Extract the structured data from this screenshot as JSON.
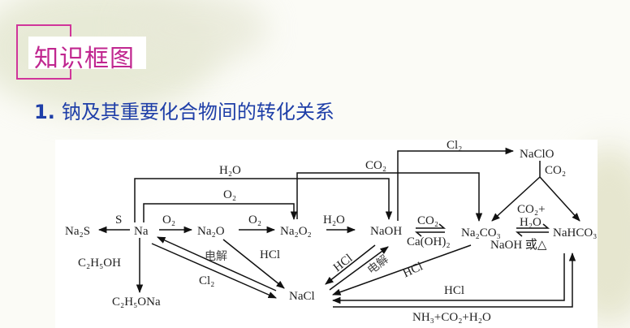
{
  "section_label": "知识框图",
  "title": {
    "number": "1.",
    "text": "钠及其重要化合物间的转化关系"
  },
  "diagram": {
    "nodes": {
      "na2s": "Na₂S",
      "na": "Na",
      "na2o": "Na₂O",
      "na2o2": "Na₂O₂",
      "naoh": "NaOH",
      "na2co3": "Na₂CO₃",
      "nahco3": "NaHCO₃",
      "naclo": "NaClO",
      "c2h5ona": "C₂H₅ONa",
      "nacl": "NaCl"
    },
    "labels": {
      "s": "S",
      "o2_a": "O₂",
      "o2_b": "O₂",
      "h2o_a": "H₂O",
      "h2o_top": "H₂O",
      "o2_top": "O₂",
      "co2_top": "CO₂",
      "cl2_top": "Cl₂",
      "co2_naclo": "CO₂",
      "co2_eq": "CO₂",
      "caoh2": "Ca(OH)₂",
      "co2_plus": "CO₂+",
      "h2o_eq": "H₂O",
      "naoh_or_heat": "NaOH 或△",
      "c2h5oh": "C₂H₅OH",
      "electrolysis_a": "电解",
      "hcl_a": "HCl",
      "cl2_b": "Cl₂",
      "hcl_b": "HCl",
      "electrolysis_b": "电解",
      "hcl_c": "HCl",
      "hcl_d": "HCl",
      "nh3_co2_h2o": "NH₃+CO₂+H₂O"
    }
  }
}
